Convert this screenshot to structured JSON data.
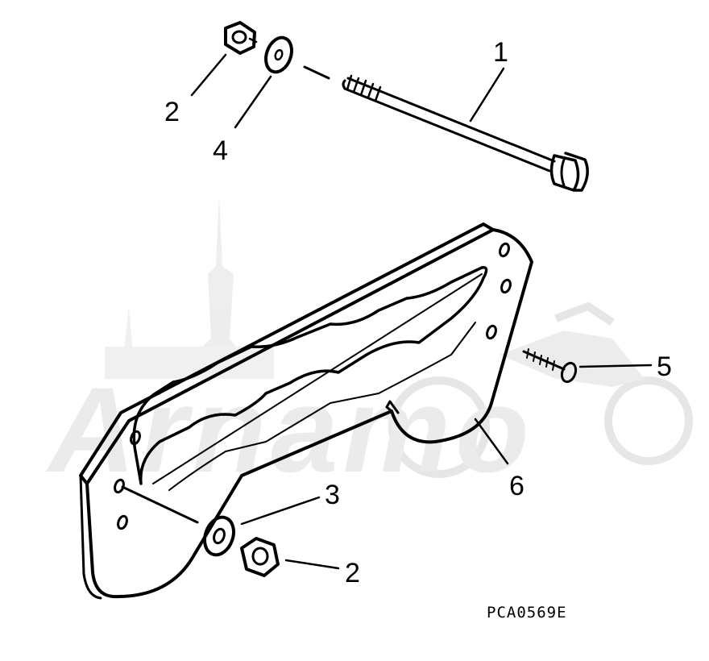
{
  "diagram": {
    "title": "",
    "reference_code": "PCA0569E",
    "callouts": [
      {
        "id": "c1",
        "label": "1",
        "part": "bolt"
      },
      {
        "id": "c2a",
        "label": "2",
        "part": "upper-nut"
      },
      {
        "id": "c4",
        "label": "4",
        "part": "upper-washer"
      },
      {
        "id": "c5",
        "label": "5",
        "part": "screw"
      },
      {
        "id": "c6",
        "label": "6",
        "part": "plate"
      },
      {
        "id": "c3",
        "label": "3",
        "part": "lower-washer"
      },
      {
        "id": "c2b",
        "label": "2",
        "part": "lower-nut"
      }
    ]
  },
  "watermark": {
    "present": true,
    "kind": "logo",
    "text": "Arnamo",
    "color": "#e6e6e6"
  },
  "colors": {
    "ink": "#000000",
    "background": "#ffffff"
  }
}
